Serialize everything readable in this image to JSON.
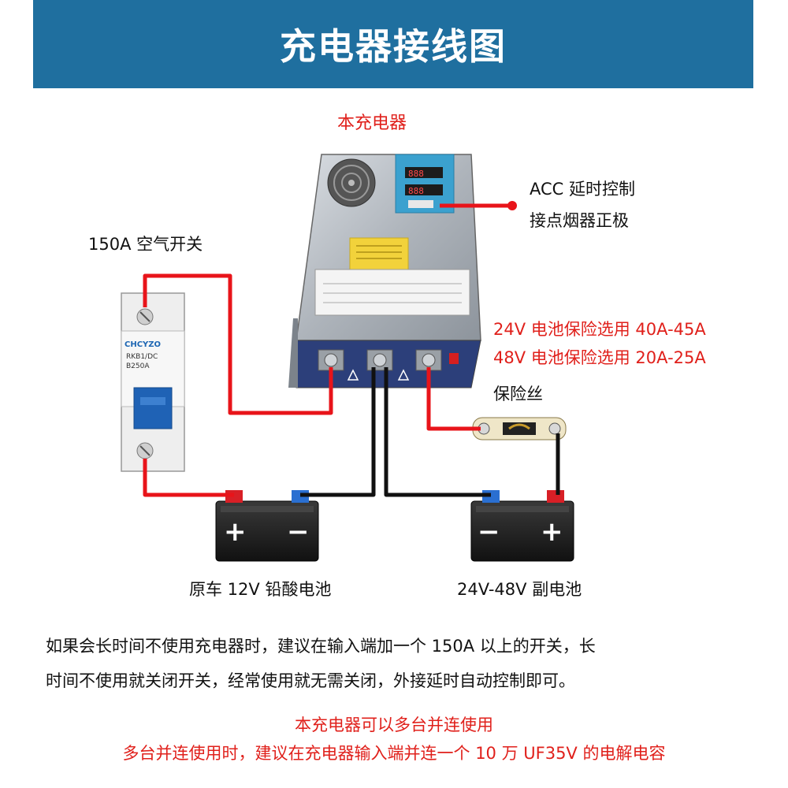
{
  "header": {
    "title": "充电器接线图"
  },
  "labels": {
    "charger": "本充电器",
    "acc_line1": "ACC 延时控制",
    "acc_line2": "接点烟器正极",
    "breaker": "150A 空气开关",
    "fuse_24v": "24V 电池保险选用 40A-45A",
    "fuse_48v": "48V 电池保险选用 20A-25A",
    "fuse": "保险丝",
    "battery_main": "原车 12V 铅酸电池",
    "battery_aux": "24V-48V 副电池"
  },
  "device_text": {
    "breaker_brand": "CHCYZO",
    "breaker_model": "RKB1/DC",
    "breaker_rating": "B250A"
  },
  "battery_signs": {
    "plus": "+",
    "minus": "−"
  },
  "notes": {
    "line1": "如果会长时间不使用充电器时，建议在输入端加一个 150A 以上的开关，长",
    "line2": "时间不使用就关闭开关，经常使用就无需关闭，外接延时自动控制即可。",
    "line3": "本充电器可以多台并连使用",
    "line4": "多台并连使用时，建议在充电器输入端并连一个 10 万 UF35V 的电解电容"
  },
  "colors": {
    "banner": "#1f6f9f",
    "accent_red": "#e0201b",
    "wire_red": "#e8141a",
    "wire_black": "#111111"
  }
}
